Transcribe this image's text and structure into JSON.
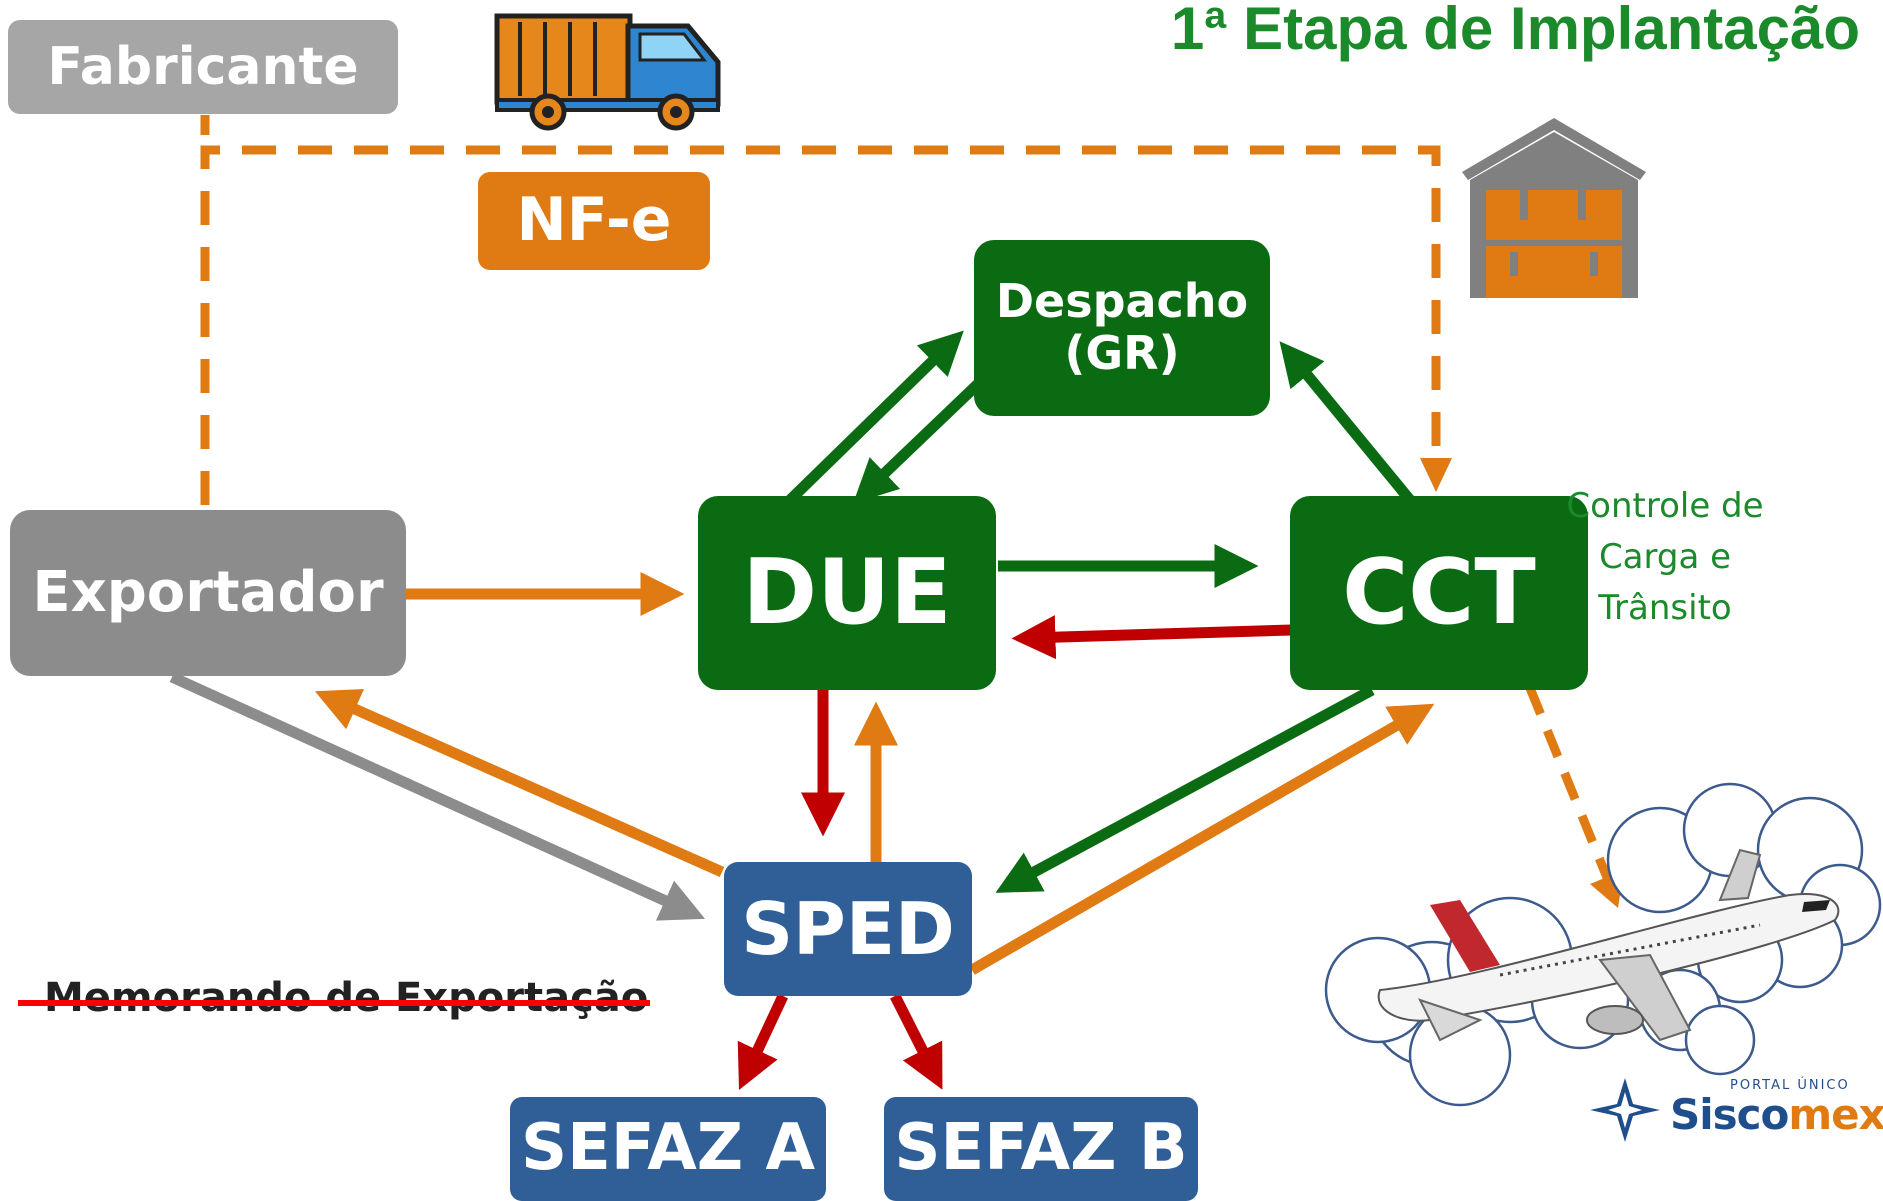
{
  "title": "1ª Etapa de Implantação",
  "nodes": {
    "fabricante": "Fabricante",
    "nfe": "NF-e",
    "despacho": "Despacho\n(GR)",
    "exportador": "Exportador",
    "due": "DUE",
    "cct": "CCT",
    "sped": "SPED",
    "sefaz_a": "SEFAZ A",
    "sefaz_b": "SEFAZ B"
  },
  "side_note": "Controle de\nCarga e\nTrânsito",
  "memo": "Memorando de Exportação",
  "logo": {
    "small": "PORTAL ÚNICO",
    "word_a": "Sisco",
    "word_b": "mex"
  },
  "colors": {
    "green": "#0a6b12",
    "orange": "#e07b14",
    "red": "#c00000",
    "gray": "#8c8c8c",
    "blue": "#2f5f96",
    "title_green": "#1a8a2a"
  }
}
